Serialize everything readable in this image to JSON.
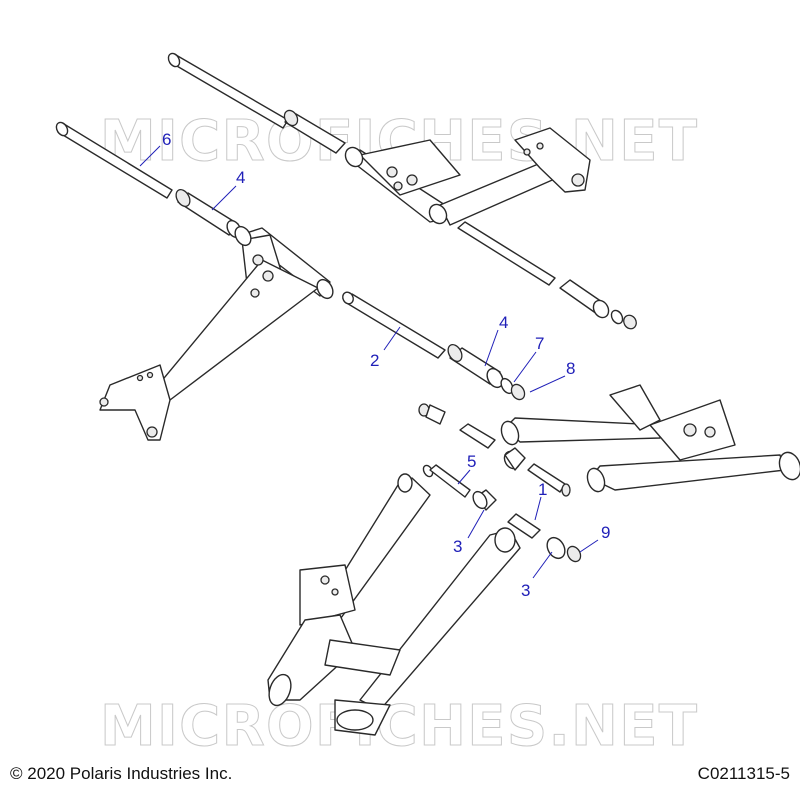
{
  "watermark_text": "MICROFICHES.NET",
  "callouts": [
    {
      "id": "c6",
      "label": "6"
    },
    {
      "id": "c4a",
      "label": "4"
    },
    {
      "id": "c2",
      "label": "2"
    },
    {
      "id": "c4b",
      "label": "4"
    },
    {
      "id": "c7",
      "label": "7"
    },
    {
      "id": "c8",
      "label": "8"
    },
    {
      "id": "c5",
      "label": "5"
    },
    {
      "id": "c1",
      "label": "1"
    },
    {
      "id": "c3a",
      "label": "3"
    },
    {
      "id": "c3b",
      "label": "3"
    },
    {
      "id": "c9",
      "label": "9"
    }
  ],
  "footer": {
    "copyright": "© 2020 Polaris Industries Inc.",
    "figure_code": "C0211315-5"
  },
  "colors": {
    "callout": "#1f1fb8",
    "line_art": "#2a2a2a",
    "watermark": "#c9c9c9"
  }
}
